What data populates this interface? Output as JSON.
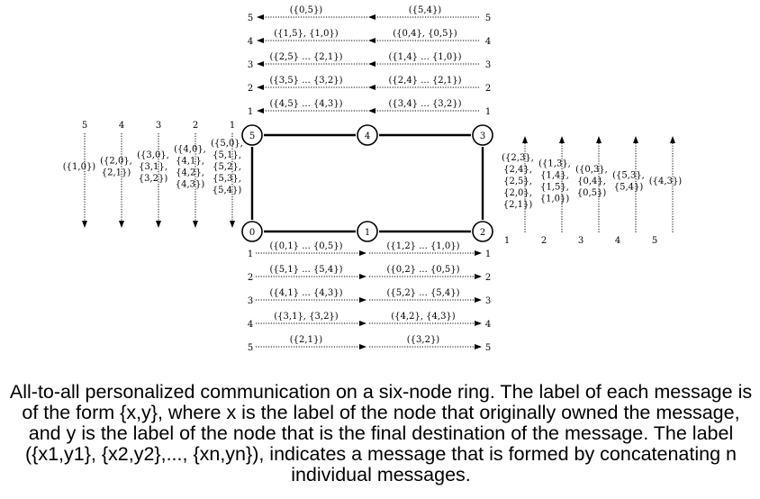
{
  "nodes": [
    "0",
    "1",
    "2",
    "3",
    "4",
    "5"
  ],
  "top_left_column": [
    {
      "step": "5",
      "label": "({0,5})"
    },
    {
      "step": "4",
      "label": "({1,5}, {1,0})"
    },
    {
      "step": "3",
      "label": "({2,5} ... {2,1})"
    },
    {
      "step": "2",
      "label": "({3,5} ... {3,2})"
    },
    {
      "step": "1",
      "label": "({4,5} ... {4,3})"
    }
  ],
  "top_right_column": [
    {
      "step": "5",
      "label": "({5,4})"
    },
    {
      "step": "4",
      "label": "({0,4}, {0,5})"
    },
    {
      "step": "3",
      "label": "({1,4} ... {1,0})"
    },
    {
      "step": "2",
      "label": "({2,4} ... {2,1})"
    },
    {
      "step": "1",
      "label": "({3,4} ... {3,2})"
    }
  ],
  "bottom_left_column": [
    {
      "step": "1",
      "label": "({0,1} ... {0,5})"
    },
    {
      "step": "2",
      "label": "({5,1} ... {5,4})"
    },
    {
      "step": "3",
      "label": "({4,1} ... {4,3})"
    },
    {
      "step": "4",
      "label": "({3,1}, {3,2})"
    },
    {
      "step": "5",
      "label": "({2,1})"
    }
  ],
  "bottom_right_column": [
    {
      "step": "1",
      "label": "({1,2} ... {1,0})"
    },
    {
      "step": "2",
      "label": "({0,2} ... {0,5})"
    },
    {
      "step": "3",
      "label": "({5,2} ... {5,4})"
    },
    {
      "step": "4",
      "label": "({4,2}, {4,3})"
    },
    {
      "step": "5",
      "label": "({3,2})"
    }
  ],
  "left_stack": [
    {
      "step": "5",
      "lines": [
        "({1,0})"
      ]
    },
    {
      "step": "4",
      "lines": [
        "({2,0},",
        "{2,1})"
      ]
    },
    {
      "step": "3",
      "lines": [
        "({3,0},",
        "{3,1},",
        "{3,2})"
      ]
    },
    {
      "step": "2",
      "lines": [
        "({4,0},",
        "{4,1},",
        "{4,2},",
        "{4,3})"
      ]
    },
    {
      "step": "1",
      "lines": [
        "({5,0},",
        "{5,1},",
        "{5,2},",
        "{5,3},",
        "{5,4})"
      ]
    }
  ],
  "right_stack": [
    {
      "step": "1",
      "lines": [
        "({2,3},",
        "{2,4},",
        "{2,5},",
        "{2,0},",
        "{2,1})"
      ]
    },
    {
      "step": "2",
      "lines": [
        "({1,3},",
        "{1,4},",
        "{1,5},",
        "{1,0})"
      ]
    },
    {
      "step": "3",
      "lines": [
        "({0,3},",
        "{0,4},",
        "{0,5})"
      ]
    },
    {
      "step": "4",
      "lines": [
        "({5,3},",
        "{5,4})"
      ]
    },
    {
      "step": "5",
      "lines": [
        "({4,3})"
      ]
    }
  ],
  "caption": "All-to-all personalized communication on a six-node ring. The label of each message is of the form {x,y}, where x is the label of the node that originally owned the message, and y is the label of the node that is the final destination of the message. The label ({x1,y1}, {x2,y2},..., {xn,yn}), indicates a message that is formed by concatenating n individual messages."
}
